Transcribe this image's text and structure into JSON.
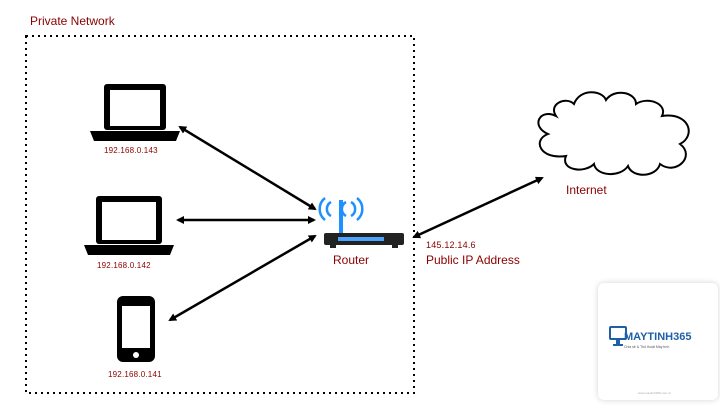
{
  "network": {
    "title": "Private Network",
    "devices": [
      {
        "kind": "laptop",
        "ip": "192.168.0.143",
        "icon": "laptop-icon"
      },
      {
        "kind": "laptop",
        "ip": "192.168.0.142",
        "icon": "laptop-icon"
      },
      {
        "kind": "phone",
        "ip": "192.168.0.141",
        "icon": "smartphone-icon"
      }
    ]
  },
  "router": {
    "label": "Router",
    "public_ip": "145.12.14.6",
    "public_ip_label": "Public IP Address",
    "icon": "wifi-router-icon"
  },
  "internet": {
    "label": "Internet",
    "icon": "cloud-icon"
  },
  "logo": {
    "brand": "MAYTINH365",
    "tagline": "Chia sẻ & Thủ thuật Máy tính",
    "footer": "www.maytinh365.com.vn"
  },
  "colors": {
    "label": "#8b0000",
    "line": "#000000",
    "wifi": "#1e90ff",
    "brand": "#1f5fa8",
    "brand_accent": "#f39c12"
  }
}
